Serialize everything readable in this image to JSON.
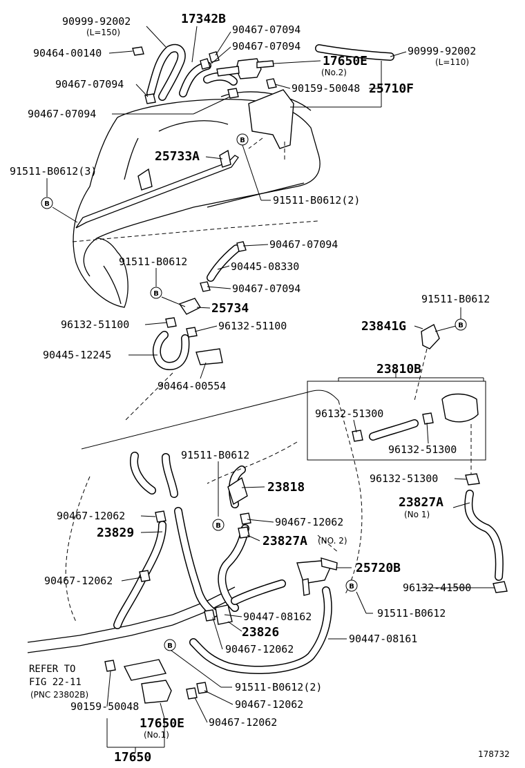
{
  "labels": {
    "l01": "90999-92002",
    "l01s": "(L=150)",
    "l02": "17342B",
    "l03": "90467-07094",
    "l04": "90464-00140",
    "l05": "90467-07094",
    "l06": "90999-92002",
    "l06s": "(L=110)",
    "l07": "17650E",
    "l07s": "(No.2)",
    "l08": "90467-07094",
    "l09": "90159-50048",
    "l10": "25710F",
    "l11": "90467-07094",
    "l12": "25733A",
    "l13": "91511-B0612(3)",
    "l14": "91511-B0612(2)",
    "l15": "90467-07094",
    "l16": "91511-B0612",
    "l17": "90445-08330",
    "l18": "90467-07094",
    "l19": "25734",
    "l20": "96132-51100",
    "l21": "96132-51100",
    "l22": "90445-12245",
    "l23": "90464-00554",
    "l24": "91511-B0612",
    "l25": "23841G",
    "l26": "23810B",
    "l27": "96132-51300",
    "l28": "96132-51300",
    "l29": "91511-B0612",
    "l30": "96132-51300",
    "l31": "23818",
    "l32": "23827A",
    "l32s": "(No 1)",
    "l33": "90467-12062",
    "l34": "90467-12062",
    "l35": "23829",
    "l36": "23827A",
    "l36s": "(NO. 2)",
    "l37": "25720B",
    "l38": "90467-12062",
    "l39": "96132-41500",
    "l40": "91511-B0612",
    "l41": "90447-08162",
    "l42": "23826",
    "l43": "90467-12062",
    "l44": "90447-08161",
    "l45": "91511-B0612(2)",
    "l46": "90467-12062",
    "l47": "90159-50048",
    "l48": "17650E",
    "l48s": "(No.1)",
    "l49": "90467-12062",
    "l50": "17650",
    "ref1": "REFER TO",
    "ref2": "FIG 22-11",
    "ref3": "(PNC 23802B)",
    "figno": "178732"
  },
  "badge_letter": "B"
}
